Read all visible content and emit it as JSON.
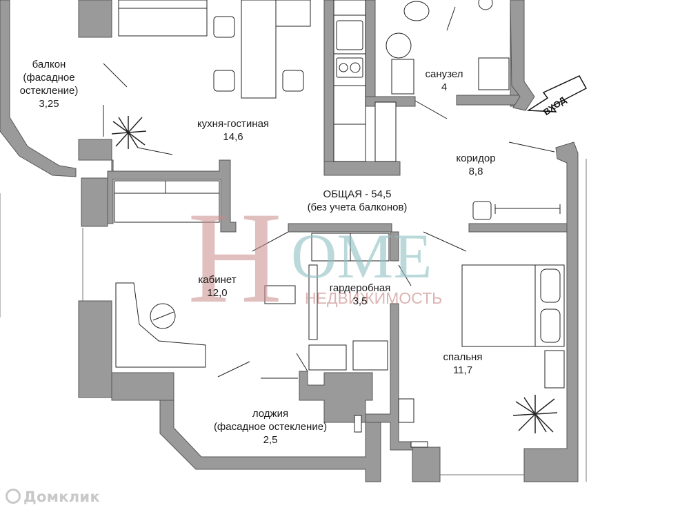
{
  "rooms": {
    "balcony": {
      "name": "балкон",
      "note": "(фасадное остекление)",
      "area": "3,25"
    },
    "kitchen": {
      "name": "кухня-гостиная",
      "area": "14,6"
    },
    "bathroom": {
      "name": "санузел",
      "area": "4"
    },
    "corridor": {
      "name": "коридор",
      "area": "8,8"
    },
    "study": {
      "name": "кабинет",
      "area": "12,0"
    },
    "wardrobe": {
      "name": "гардеробная",
      "area": "3,5"
    },
    "bedroom": {
      "name": "спальня",
      "area": "11,7"
    },
    "loggia": {
      "name": "лоджия",
      "note": "(фасадное остекление)",
      "area": "2,5"
    }
  },
  "total": {
    "label": "ОБЩАЯ - 54,5",
    "note": "(без учета балконов)"
  },
  "entry": {
    "label": "ВХОД"
  },
  "watermark": {
    "logo_big": "H",
    "logo_rest": "OME",
    "subtitle": "НЕДВИЖИМОСТЬ"
  },
  "source_mark": {
    "label": "Домклик"
  },
  "colors": {
    "wall": "#9a9a9a",
    "wall_stroke": "#555555",
    "logo_red": "#c98a88",
    "logo_teal": "#8ebfc2"
  }
}
